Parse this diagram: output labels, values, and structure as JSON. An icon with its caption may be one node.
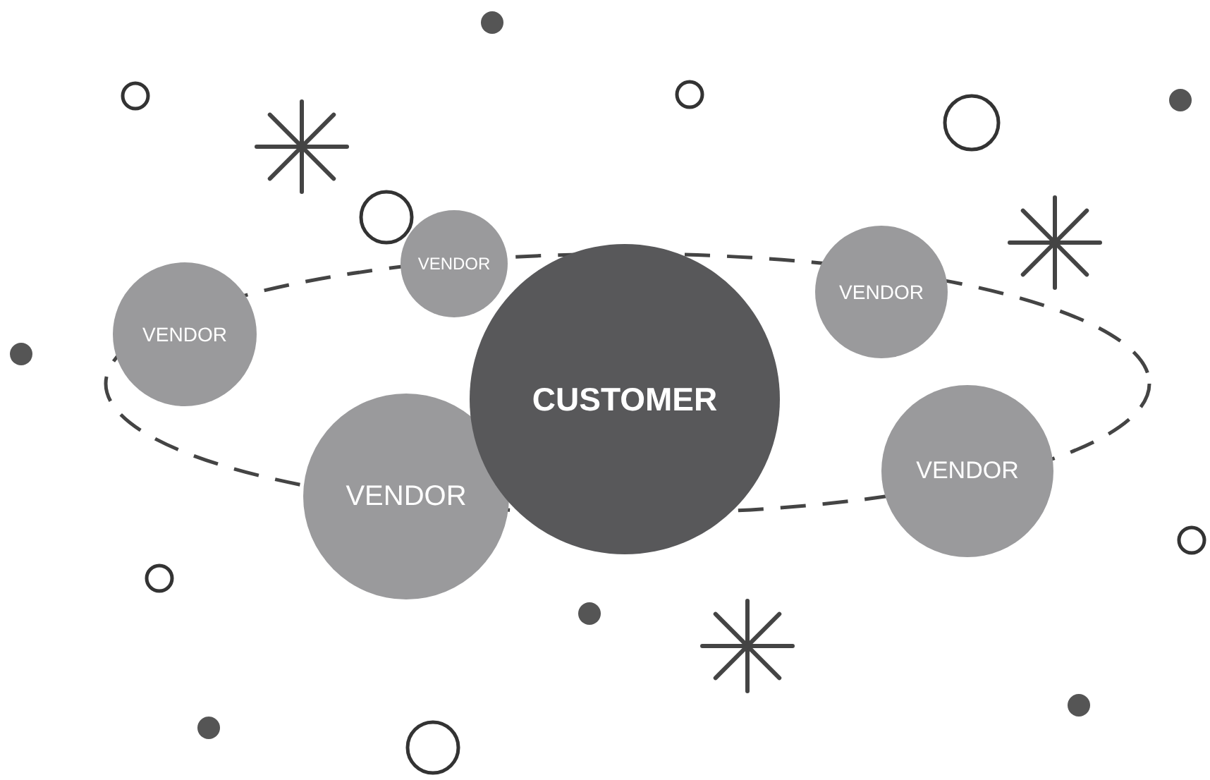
{
  "diagram": {
    "nodes": [
      {
        "text": [
          "VENDOR"
        ]
      },
      {
        "text": [
          "VENDOR"
        ]
      },
      {
        "text": [
          "VENDOR"
        ]
      },
      {
        "text": [
          "CUSTOMER"
        ]
      },
      {
        "text": [
          "VENDOR"
        ]
      },
      {
        "text": [
          "VENDOR"
        ]
      }
    ]
  }
}
